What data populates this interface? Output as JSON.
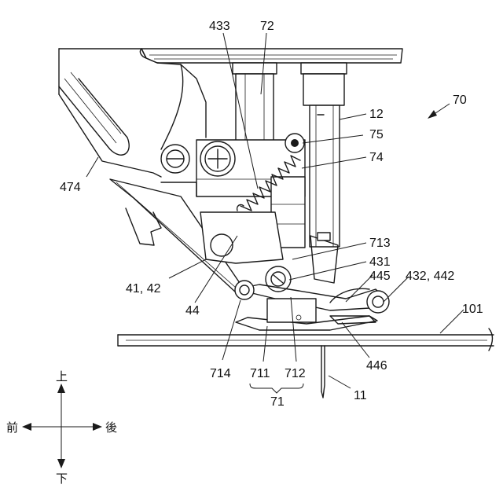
{
  "labels": {
    "l433": "433",
    "l72": "72",
    "l70": "70",
    "l12": "12",
    "l75": "75",
    "l74": "74",
    "l474": "474",
    "l713": "713",
    "l431": "431",
    "l445": "445",
    "l432_442": "432, 442",
    "l101": "101",
    "l41_42": "41, 42",
    "l44": "44",
    "l714": "714",
    "l711": "711",
    "l712": "712",
    "l446": "446",
    "l71": "71",
    "l11": "11"
  },
  "directions": {
    "up": "上",
    "down": "下",
    "front": "前",
    "back": "後"
  }
}
